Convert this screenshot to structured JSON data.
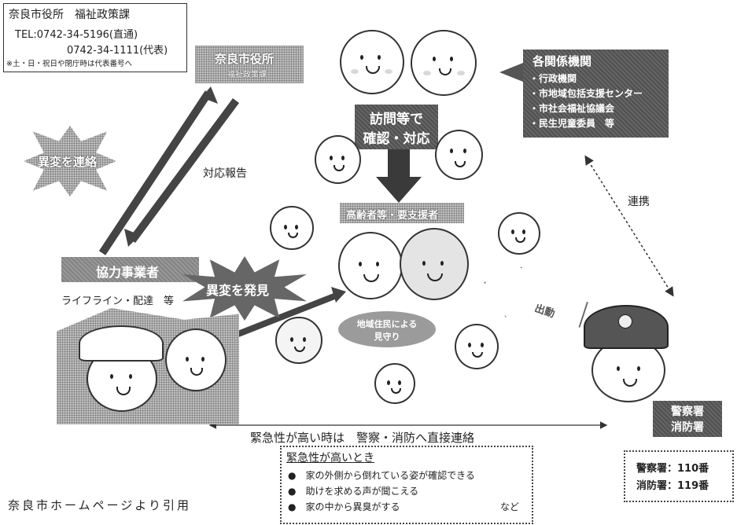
{
  "city_office_box": {
    "title": "奈良市役所　福祉政策課",
    "tel1": "TEL:0742-34-5196(直通)",
    "tel2": "0742-34-1111(代表)",
    "note": "※土・日・祝日や閉庁時は代表番号へ"
  },
  "city_office_label": {
    "line1": "奈良市役所",
    "line2": "福祉政策課"
  },
  "related_orgs": {
    "title": "各関係機関",
    "items": [
      "・行政機関",
      "・市地域包括支援センター",
      "・市社会福祉協議会",
      "・民生児童委員　等"
    ]
  },
  "visit_label": {
    "line1": "訪問等で",
    "line2": "確認・対応"
  },
  "report_label": "対応報告",
  "contact_label": "異変を連絡",
  "cooperation_label": "連携",
  "elderly_label": "高齢者等・要支援者",
  "partner_box": {
    "title": "協力事業者",
    "subtitle": "ライフライン・配達　等"
  },
  "discover_label": "異変を発見",
  "resident_label": {
    "line1": "地域住民による",
    "line2": "見守り"
  },
  "dispatch_label": "出動",
  "police_label": {
    "line1": "警察署",
    "line2": "消防署"
  },
  "urgent_line": "緊急性が高い時は　警察・消防へ直接連絡",
  "urgent_box": {
    "title": "緊急性が高いとき",
    "items": [
      "家の外側から倒れている姿が確認できる",
      "助けを求める声が聞こえる",
      "家の中から異臭がする"
    ],
    "etc": "など"
  },
  "police_numbers": {
    "police": "警察署：110番",
    "fire": "消防署：119番"
  },
  "source": "奈良市ホームページより引用"
}
